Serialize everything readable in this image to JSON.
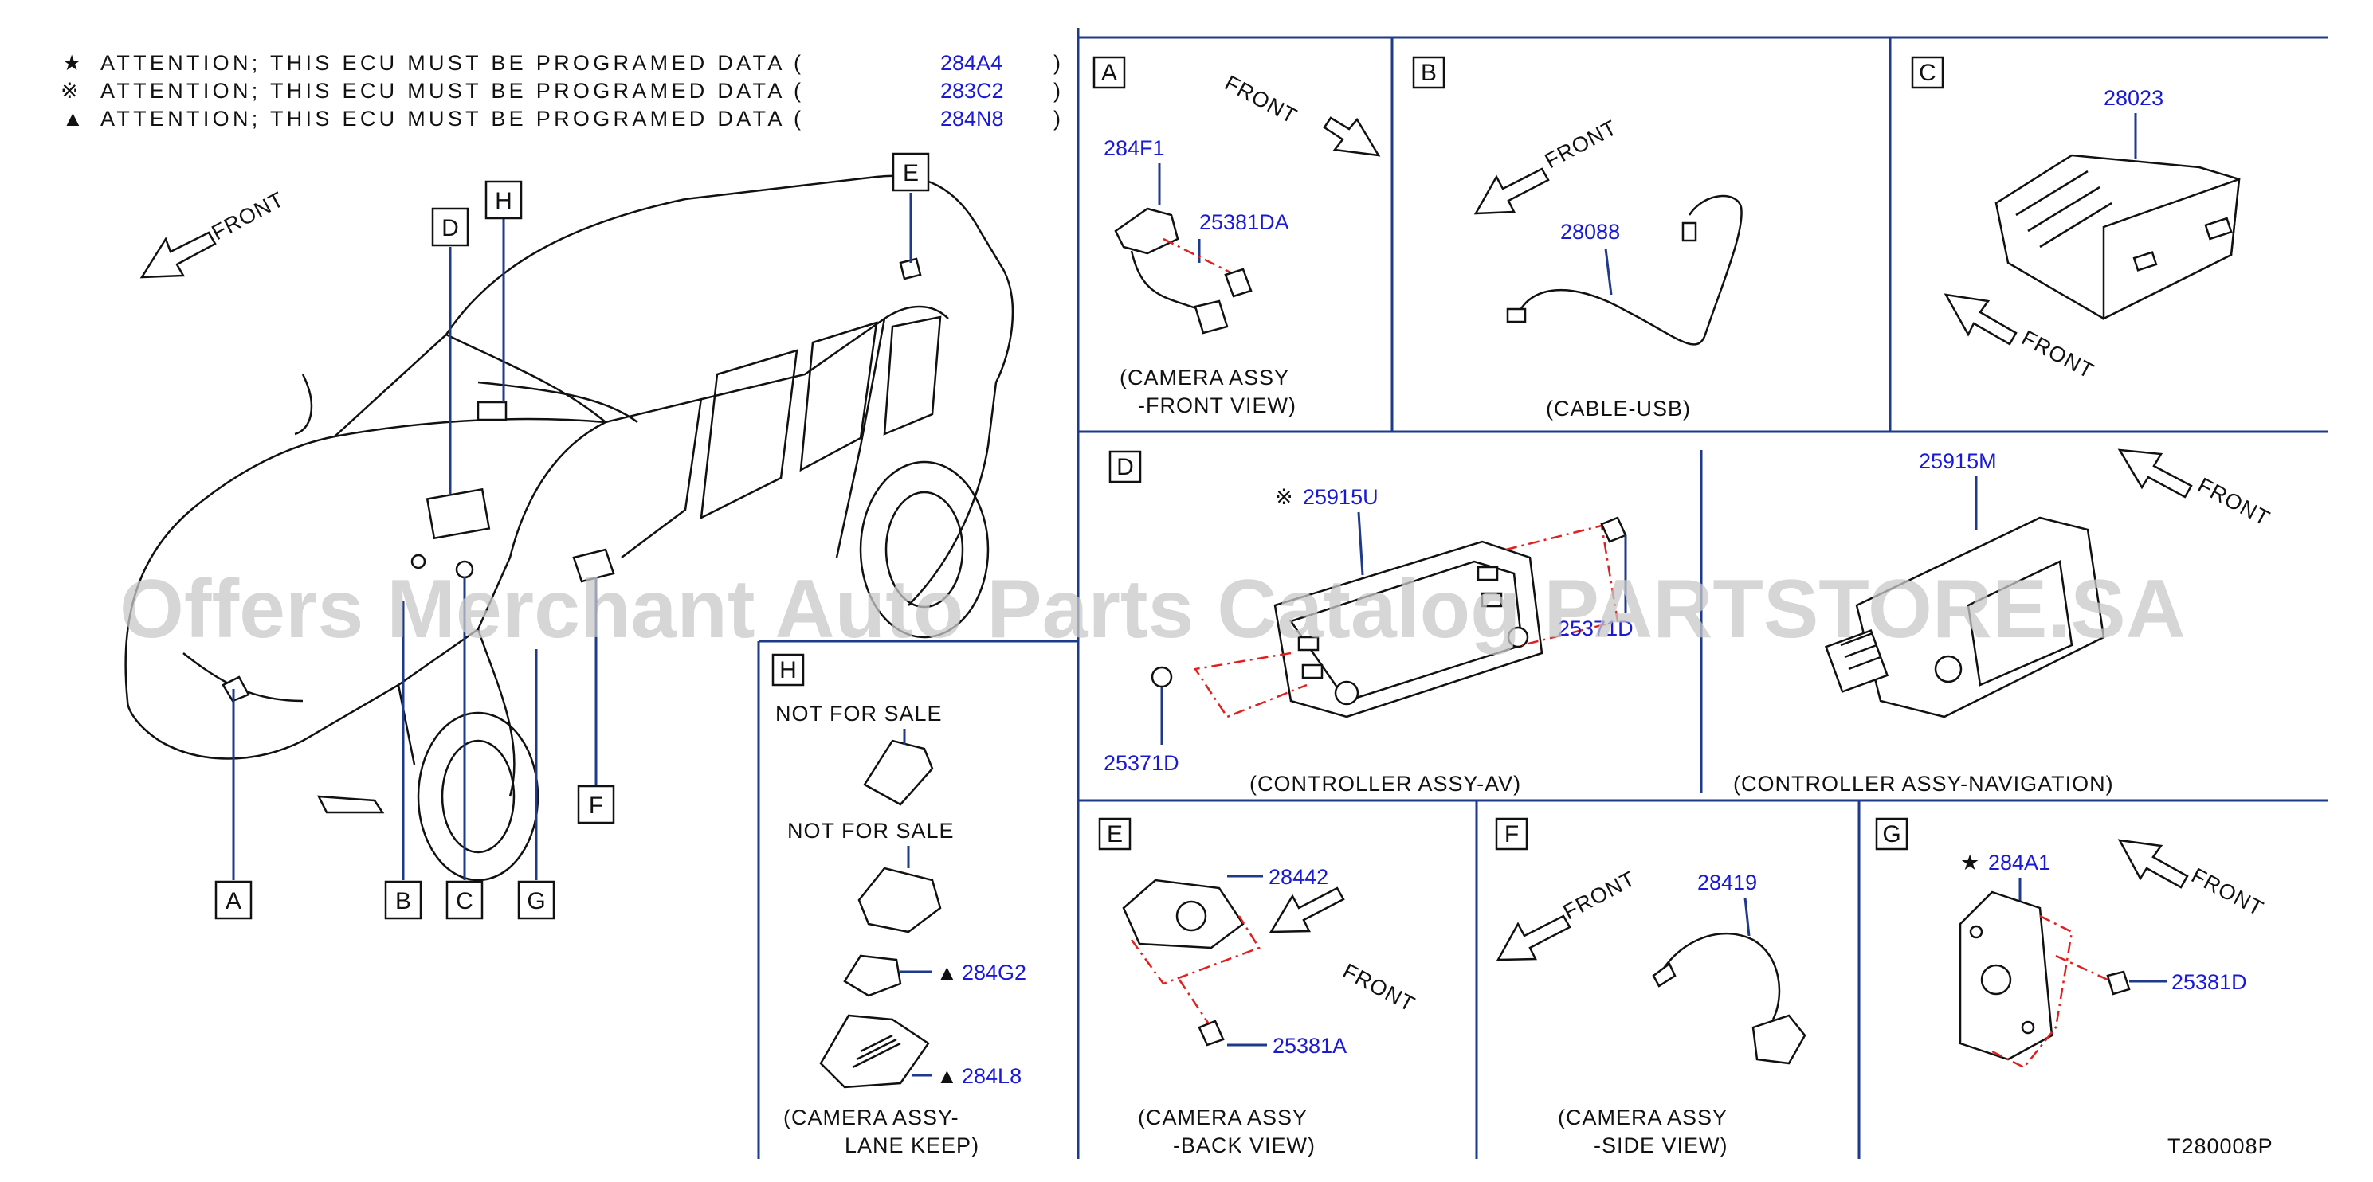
{
  "attention": [
    {
      "symbol": "★",
      "text": "ATTENTION;  THIS  ECU  MUST  BE  PROGRAMED  DATA  (",
      "code": "284A4",
      "close": ")"
    },
    {
      "symbol": "※",
      "text": "ATTENTION;  THIS  ECU  MUST  BE  PROGRAMED  DATA  (",
      "code": "283C2",
      "close": ")"
    },
    {
      "symbol": "▲",
      "text": "ATTENTION;  THIS  ECU  MUST  BE  PROGRAMED  DATA  (",
      "code": "284N8",
      "close": ")"
    }
  ],
  "front_label": "FRONT",
  "vehicle_callouts": [
    "D",
    "H",
    "E",
    "A",
    "B",
    "C",
    "G",
    "F"
  ],
  "panels": {
    "A": {
      "letter": "A",
      "parts": [
        "284F1",
        "25381DA"
      ],
      "caption": [
        "(CAMERA   ASSY",
        "-FRONT   VIEW)"
      ]
    },
    "B": {
      "letter": "B",
      "parts": [
        "28088"
      ],
      "caption": [
        "(CABLE-USB)"
      ]
    },
    "C": {
      "letter": "C",
      "parts": [
        "28023"
      ]
    },
    "D": {
      "letter": "D",
      "symbol": "※",
      "parts": [
        "25915U",
        "25371D",
        "25371D",
        "25915M"
      ],
      "caption_left": "(CONTROLLER   ASSY-AV)",
      "caption_right": "(CONTROLLER   ASSY-NAVIGATION)"
    },
    "E": {
      "letter": "E",
      "parts": [
        "28442",
        "25381A"
      ],
      "caption": [
        "(CAMERA   ASSY",
        "-BACK   VIEW)"
      ]
    },
    "F": {
      "letter": "F",
      "parts": [
        "28419"
      ],
      "caption": [
        "(CAMERA   ASSY",
        "-SIDE   VIEW)"
      ]
    },
    "G": {
      "letter": "G",
      "symbol": "★",
      "parts": [
        "284A1",
        "25381D"
      ]
    },
    "H": {
      "letter": "H",
      "nfs1": "NOT   FOR   SALE",
      "nfs2": "NOT   FOR   SALE",
      "symbol": "▲",
      "parts": [
        "284G2",
        "284L8"
      ],
      "caption": [
        "(CAMERA   ASSY-",
        "LANE   KEEP)"
      ]
    }
  },
  "diagram_code": "T280008P",
  "watermark": "Offers Merchant Auto Parts Catalog PARTSTORE.SA"
}
